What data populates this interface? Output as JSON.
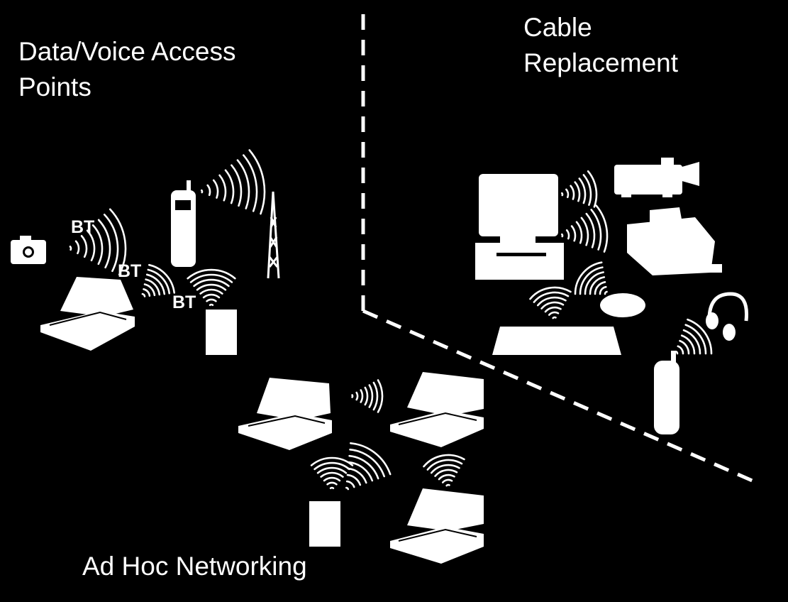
{
  "diagram": {
    "regions": {
      "access_points": {
        "line1": "Data/Voice Access",
        "line2": "Points"
      },
      "cable_replacement": {
        "line1": "Cable",
        "line2": "Replacement"
      },
      "ad_hoc": {
        "label": "Ad Hoc Networking"
      }
    },
    "link_labels": [
      "BT",
      "BT",
      "BT"
    ],
    "colors": {
      "background": "#000000",
      "foreground": "#ffffff"
    }
  }
}
